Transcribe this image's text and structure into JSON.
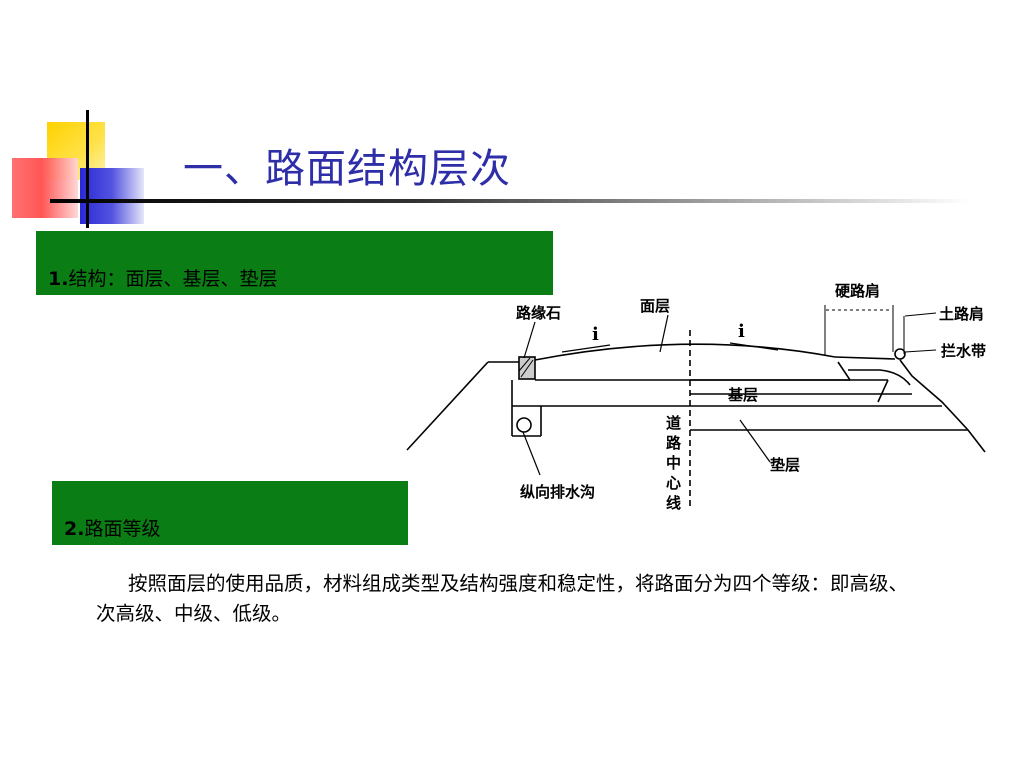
{
  "title": "一、路面结构层次",
  "section1": {
    "num": "1.",
    "text": "结构：面层、基层、垫层"
  },
  "section2": {
    "num": "2.",
    "text": "路面等级"
  },
  "paragraph": "按照面层的使用品质，材料组成类型及结构强度和稳定性，将路面分为四个等级：即高级、次高级、中级、低级。",
  "diagram": {
    "curb_stone": "路缘石",
    "surface_layer": "面层",
    "slope_left": "i",
    "slope_right": "i",
    "hard_shoulder": "硬路肩",
    "soil_shoulder": "土路肩",
    "water_belt": "拦水带",
    "base_layer": "基层",
    "road_centerline": [
      "道",
      "路",
      "中",
      "心",
      "线"
    ],
    "cushion_layer": "垫层",
    "longitudinal_ditch": "纵向排水沟"
  },
  "colors": {
    "title": "#2e2ea8",
    "box_green": "#0a7e14",
    "deco_yellow": "#ffd200",
    "deco_red": "#ff4d4d",
    "deco_blue": "#2a2ad6"
  }
}
